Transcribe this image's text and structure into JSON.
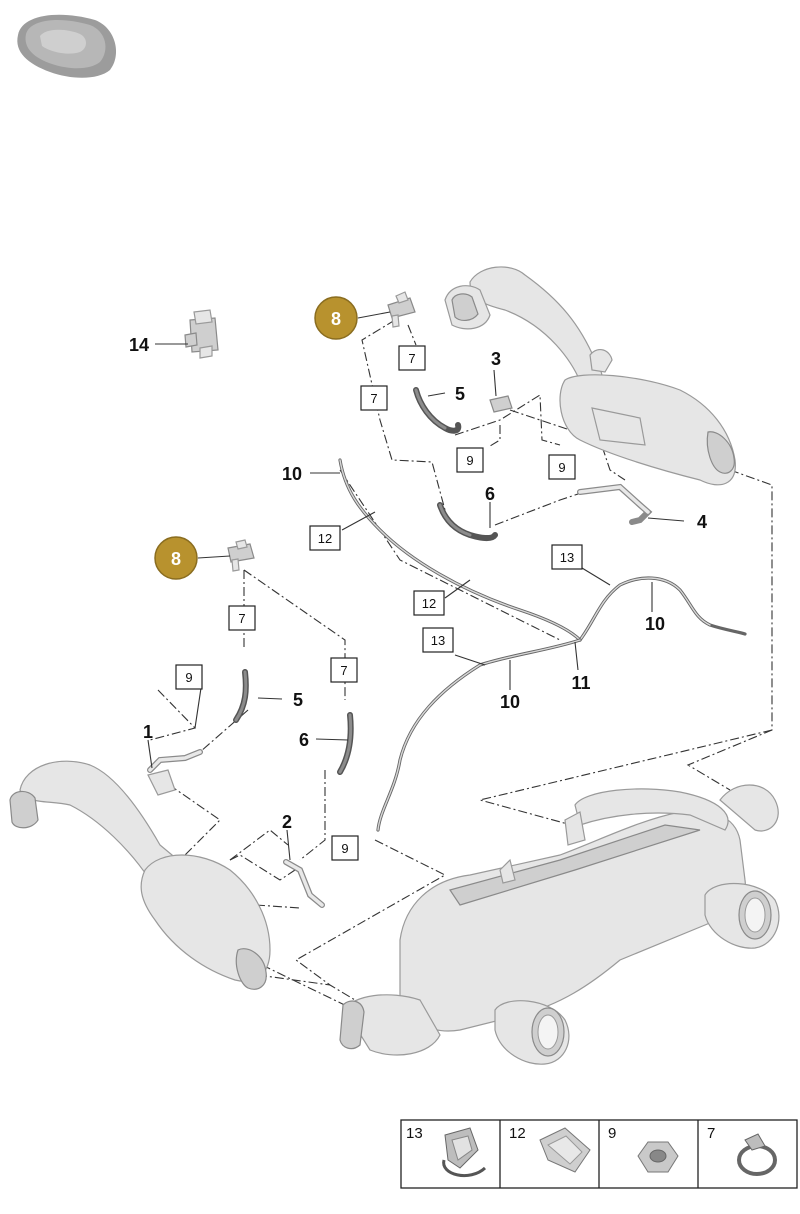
{
  "diagram": {
    "callouts": [
      {
        "id": "c14",
        "text": "14"
      },
      {
        "id": "c3",
        "text": "3"
      },
      {
        "id": "c5a",
        "text": "5"
      },
      {
        "id": "c10a",
        "text": "10"
      },
      {
        "id": "c6a",
        "text": "6"
      },
      {
        "id": "c4",
        "text": "4"
      },
      {
        "id": "c10b",
        "text": "10"
      },
      {
        "id": "c11",
        "text": "11"
      },
      {
        "id": "c10c",
        "text": "10"
      },
      {
        "id": "c5b",
        "text": "5"
      },
      {
        "id": "c6b",
        "text": "6"
      },
      {
        "id": "c1",
        "text": "1"
      },
      {
        "id": "c2",
        "text": "2"
      }
    ],
    "boxed_callouts": [
      {
        "id": "b7a",
        "text": "7"
      },
      {
        "id": "b7b",
        "text": "7"
      },
      {
        "id": "b9a",
        "text": "9"
      },
      {
        "id": "b9b",
        "text": "9"
      },
      {
        "id": "b12a",
        "text": "12"
      },
      {
        "id": "b13a",
        "text": "13"
      },
      {
        "id": "b12b",
        "text": "12"
      },
      {
        "id": "b13b",
        "text": "13"
      },
      {
        "id": "b7c",
        "text": "7"
      },
      {
        "id": "b7d",
        "text": "7"
      },
      {
        "id": "b9c",
        "text": "9"
      },
      {
        "id": "b9d",
        "text": "9"
      }
    ],
    "highlighted_callouts": [
      {
        "id": "h8a",
        "text": "8"
      },
      {
        "id": "h8b",
        "text": "8"
      }
    ],
    "highlight_color": "#b8922e"
  },
  "legend": {
    "cells": [
      {
        "number": "13",
        "icon": "spring-clip-icon"
      },
      {
        "number": "12",
        "icon": "cable-clip-icon"
      },
      {
        "number": "9",
        "icon": "hex-nut-icon"
      },
      {
        "number": "7",
        "icon": "hose-clamp-icon"
      }
    ]
  }
}
